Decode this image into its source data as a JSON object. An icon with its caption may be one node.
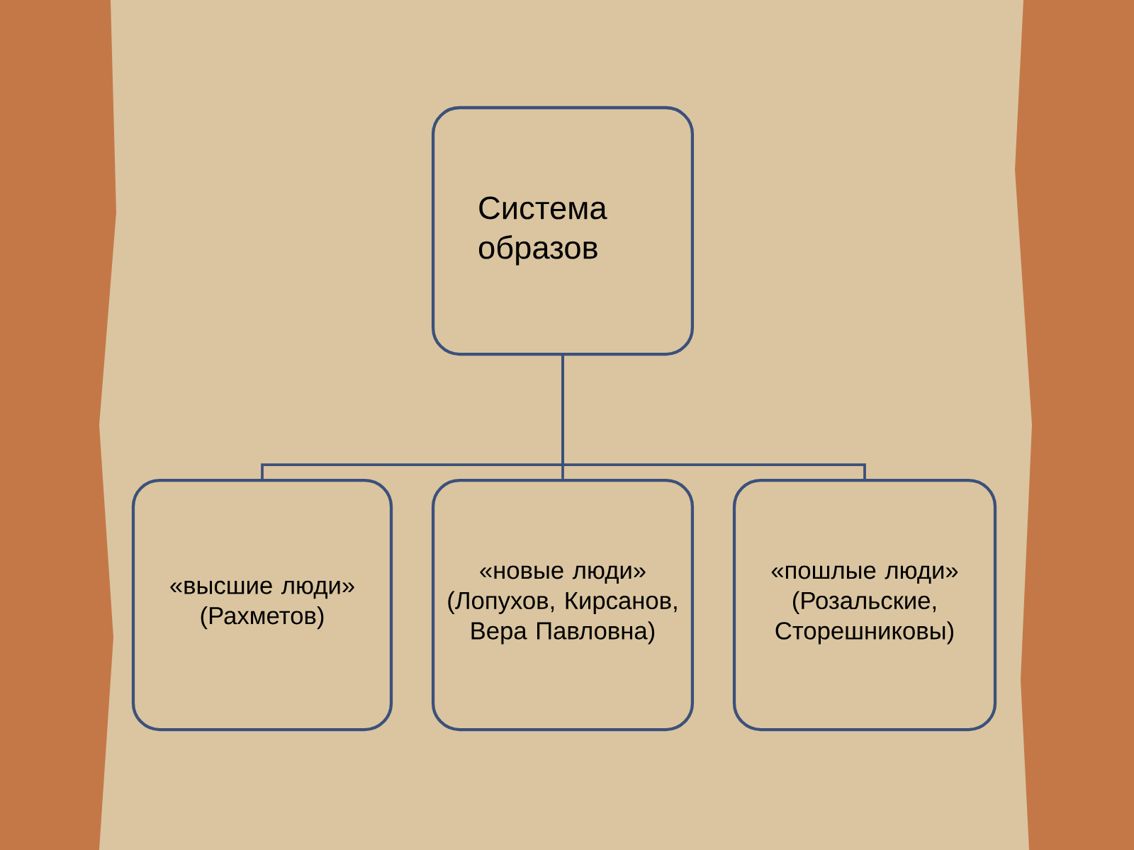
{
  "diagram": {
    "nodes": [
      {
        "text": [
          "Система образов"
        ]
      },
      {
        "text": [
          "«высшие люди» (Рахметов)"
        ]
      },
      {
        "text": [
          "«новые люди» (Лопухов, Кирсанов, Вера Павловна)"
        ]
      },
      {
        "text": [
          "«пошлые люди» (Розальские, Сторешниковы)"
        ]
      }
    ],
    "edges": [
      {
        "from": 0,
        "to": 1,
        "arrow": "none"
      },
      {
        "from": 0,
        "to": 2,
        "arrow": "none"
      },
      {
        "from": 0,
        "to": 3,
        "arrow": "none"
      }
    ]
  }
}
